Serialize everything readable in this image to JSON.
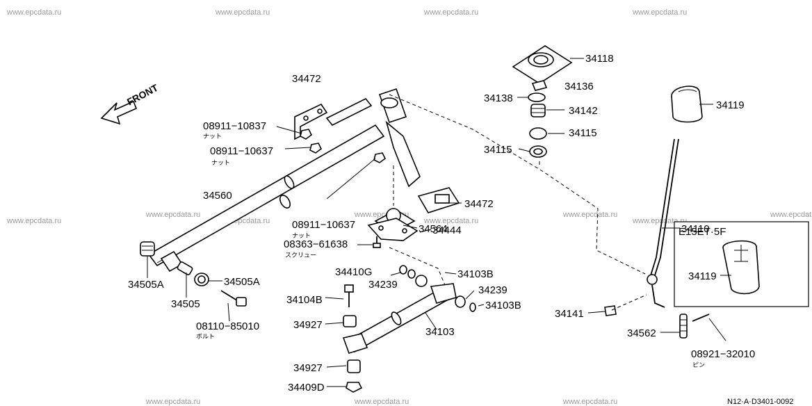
{
  "watermark": "www.epcdata.ru",
  "front_label": "FRONT",
  "inset_title": "E15ET·5F",
  "diagram_code": "N12·A·D3401-0092",
  "labels": {
    "p34472_top": "34472",
    "p08911_10837": "08911−10837",
    "p08911_10837_sub": "ナット",
    "p08911_10637a": "08911−10637",
    "p08911_10637a_sub": "ナット",
    "p34560": "34560",
    "p08911_10637b": "08911−10637",
    "p08911_10637b_sub": "ナット",
    "p34472_right": "34472",
    "p34564": "34564",
    "p34444": "34444",
    "p08363_61638": "08363−61638",
    "p08363_61638_sub": "スクリュー",
    "p34505A_left": "34505A",
    "p34505A_right": "34505A",
    "p34505": "34505",
    "p08110_85010": "08110−85010",
    "p08110_85010_sub": "ボルト",
    "p34410G": "34410G",
    "p34104B": "34104B",
    "p34927_top": "34927",
    "p34927_bottom": "34927",
    "p34409D": "34409D",
    "p34103": "34103",
    "p34103B_top": "34103B",
    "p34239_left": "34239",
    "p34239_right": "34239",
    "p34103B_bottom": "34103B",
    "p34118": "34118",
    "p34136": "34136",
    "p34138": "34138",
    "p34142": "34142",
    "p34115_right": "34115",
    "p34115_left": "34115",
    "p34119": "34119",
    "p34110": "34110",
    "p34119_inset": "34119",
    "p34141": "34141",
    "p34562": "34562",
    "p08921_32010": "08921−32010",
    "p08921_32010_sub": "ピン"
  }
}
